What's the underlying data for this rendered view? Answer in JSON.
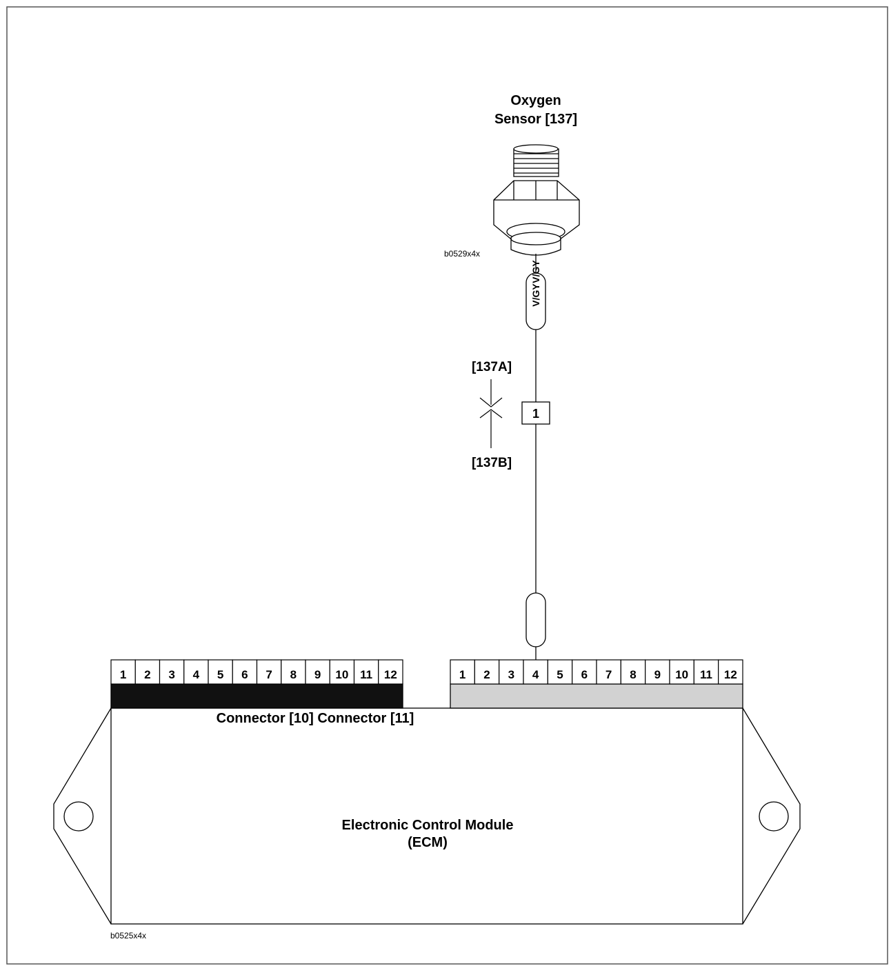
{
  "sensor": {
    "title_line1": "Oxygen",
    "title_line2": "Sensor [137]",
    "figure_code": "b0529x4x"
  },
  "wire": {
    "color_code": "V/GY",
    "color_code_overlap": "V/GY"
  },
  "connector_137": {
    "label_top": "[137A]",
    "label_bottom": "[137B]",
    "pin": "1"
  },
  "connector_10": {
    "pins": [
      "1",
      "2",
      "3",
      "4",
      "5",
      "6",
      "7",
      "8",
      "9",
      "10",
      "11",
      "12"
    ],
    "fill_color": "#111111"
  },
  "connector_11": {
    "pins": [
      "1",
      "2",
      "3",
      "4",
      "5",
      "6",
      "7",
      "8",
      "9",
      "10",
      "11",
      "12"
    ],
    "fill_color": "#d2d2d2"
  },
  "connectors_caption": "Connector [10] Connector [11]",
  "ecm": {
    "title_line1": "Electronic Control Module",
    "title_line2": "(ECM)",
    "figure_code": "b0525x4x"
  }
}
